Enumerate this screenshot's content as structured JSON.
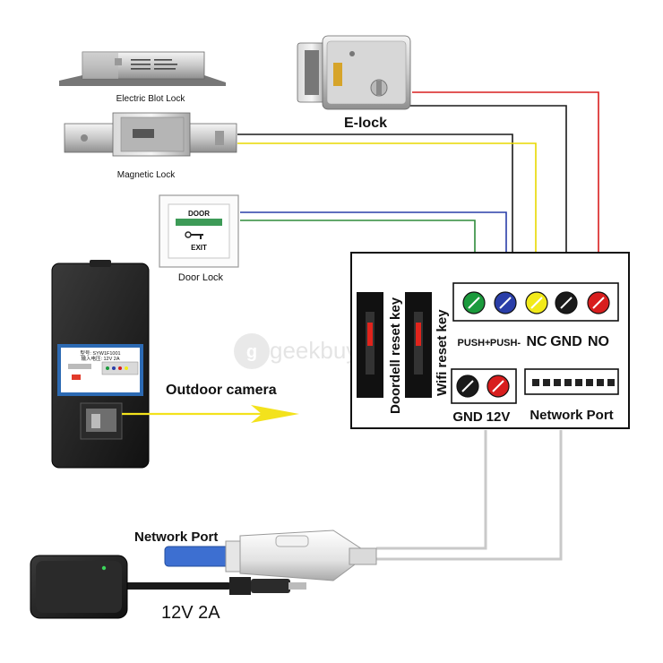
{
  "devices": {
    "bolt_lock": {
      "label": "Electric Blot Lock"
    },
    "magnetic_lock": {
      "label": "Magnetic Lock"
    },
    "elock": {
      "label": "E-lock"
    },
    "exit_button": {
      "label": "Door Lock",
      "face_top": "DOOR",
      "face_bottom": "EXIT"
    },
    "outdoor_camera": {
      "label": "Outdoor camera",
      "plate_line1": "型号: SYW1F1001",
      "plate_line2": "输入电压: 12V  2A"
    },
    "power_adapter": {
      "label": "12V  2A"
    },
    "network_cable": {
      "label": "Network Port"
    }
  },
  "control_box": {
    "keys": [
      {
        "label": "Doordell reset key"
      },
      {
        "label": "Wifi reset key"
      }
    ],
    "relay_terminals": [
      {
        "label": "PUSH+",
        "color": "#1b9a3c"
      },
      {
        "label": "PUSH-",
        "color": "#2a3ea8"
      },
      {
        "label": "NC",
        "color": "#f2ea1a"
      },
      {
        "label": "GND",
        "color": "#1a1a1a"
      },
      {
        "label": "NO",
        "color": "#d81e1e"
      }
    ],
    "power_terminals": [
      {
        "label": "GND",
        "color": "#1a1a1a"
      },
      {
        "label": "12V",
        "color": "#d81e1e"
      }
    ],
    "network_port_label": "Network Port"
  },
  "watermark": "geekbuying",
  "colors": {
    "wire_green": "#2e8b3a",
    "wire_blue": "#2a3ea8",
    "wire_yellow": "#e8d800",
    "wire_black": "#1a1a1a",
    "wire_red": "#d81e1e",
    "arrow_yellow": "#f3e21c",
    "cable_gray": "#c9c9c9"
  }
}
